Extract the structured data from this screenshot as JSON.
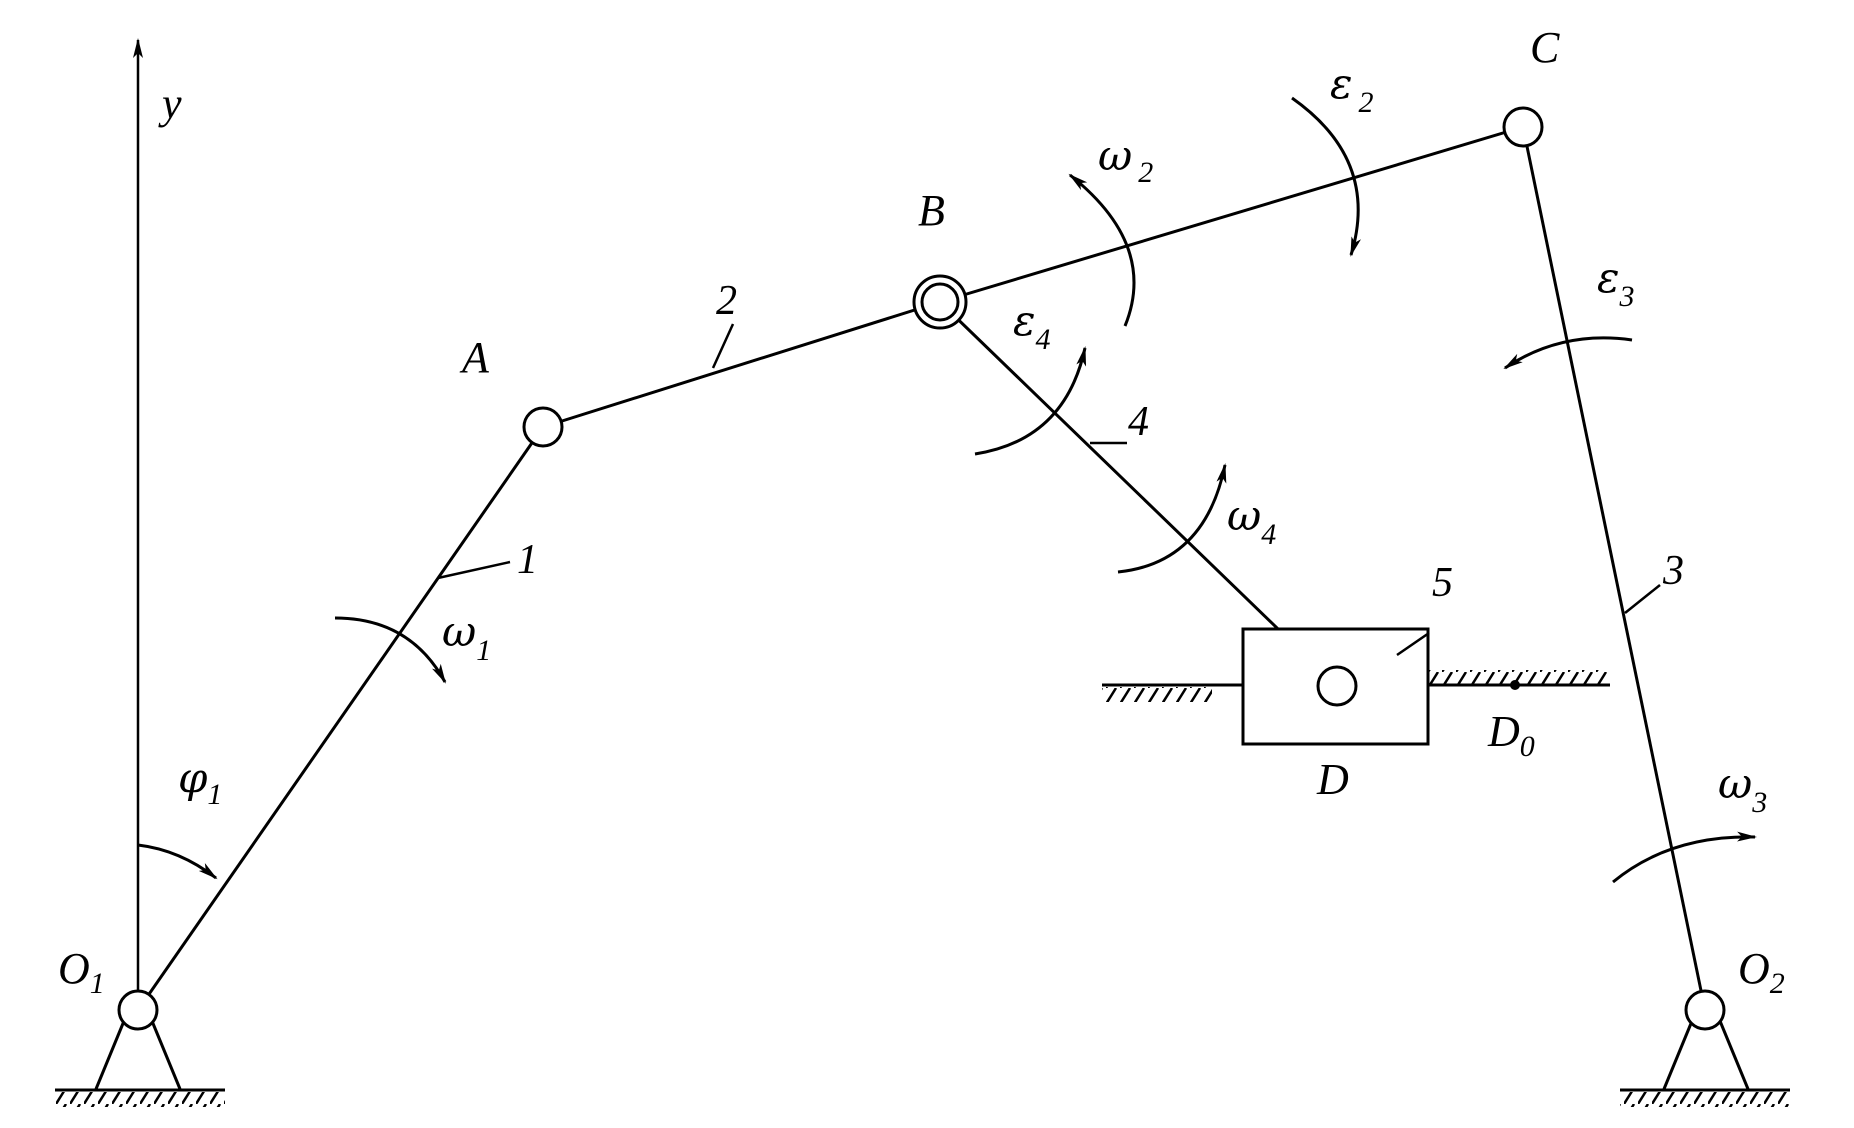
{
  "axis": {
    "label": "y"
  },
  "points": {
    "O1": {
      "main": "O",
      "sub": "1"
    },
    "O2": {
      "main": "O",
      "sub": "2"
    },
    "A": {
      "main": "A"
    },
    "B": {
      "main": "B"
    },
    "C": {
      "main": "C"
    },
    "D": {
      "main": "D"
    },
    "D0": {
      "main": "D",
      "sub": "0"
    }
  },
  "links": [
    "1",
    "2",
    "3",
    "4",
    "5"
  ],
  "kinematics": {
    "phi1": {
      "main": "φ",
      "sub": "1"
    },
    "omega1": {
      "main": "ω",
      "sub": "1"
    },
    "omega2": {
      "main": "ω",
      "sub": "2"
    },
    "omega3": {
      "main": "ω",
      "sub": "3"
    },
    "omega4": {
      "main": "ω",
      "sub": "4"
    },
    "eps2": {
      "main": "ε",
      "sub": "2"
    },
    "eps3": {
      "main": "ε",
      "sub": "3"
    },
    "eps4": {
      "main": "ε",
      "sub": "4"
    }
  },
  "colors": {
    "ink": "#000000",
    "background": "#ffffff"
  }
}
